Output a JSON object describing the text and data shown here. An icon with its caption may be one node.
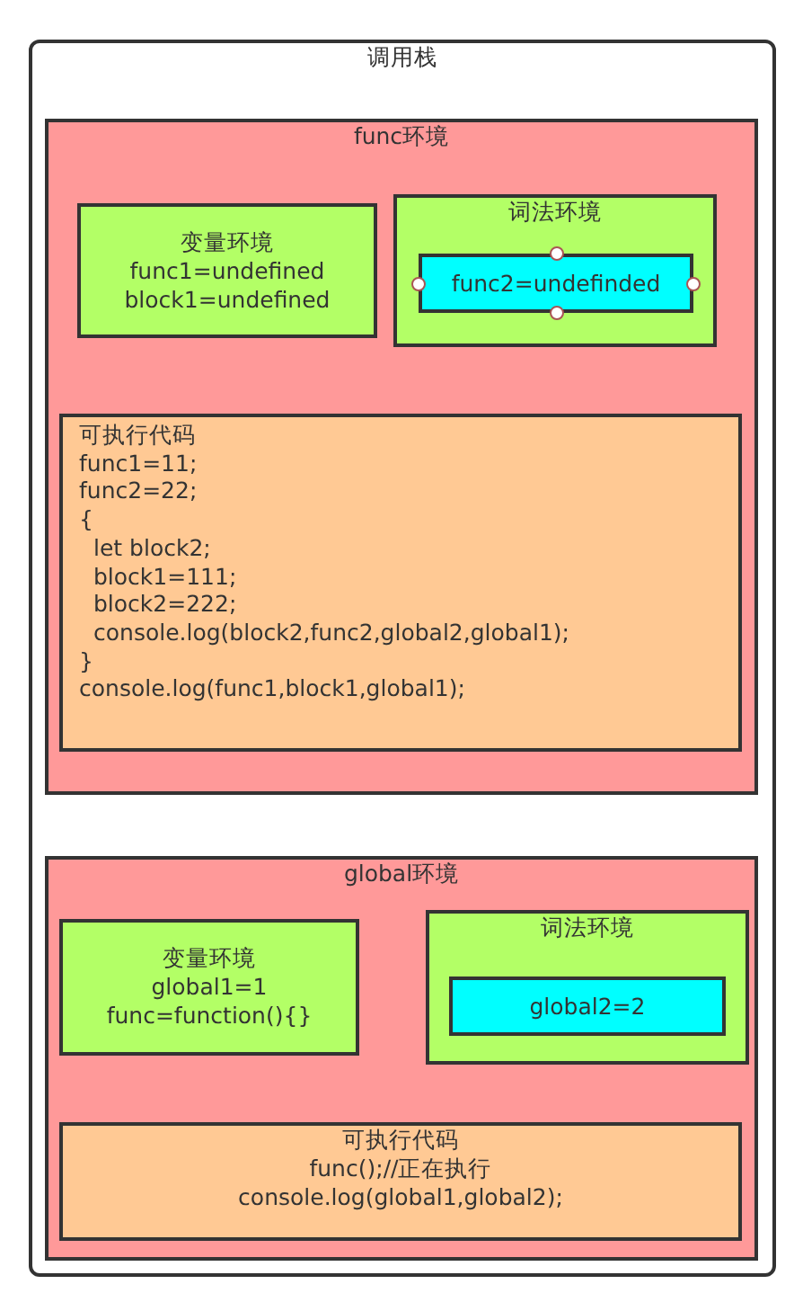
{
  "diagram": {
    "nodes": [
      {
        "text": [
          "调用栈"
        ]
      },
      {
        "text": [
          "func环境"
        ],
        "in": 0
      },
      {
        "text": [
          "变量环境",
          "func1=undefined",
          "block1=undefined"
        ],
        "in": 1
      },
      {
        "text": [
          "词法环境"
        ],
        "in": 1
      },
      {
        "text": [
          "func2=undefinded"
        ],
        "in": 3
      },
      {
        "text": [
          "可执行代码",
          "func1=11;",
          "func2=22;",
          "{",
          "let block2;",
          "block1=111;",
          "block2=222;",
          "console.log(block2,func2,global2,global1);",
          "}",
          "console.log(func1,block1,global1);"
        ],
        "in": 1
      },
      {
        "text": [
          "global环境"
        ],
        "in": 0
      },
      {
        "text": [
          "变量环境",
          "global1=1",
          "func=function(){}"
        ],
        "in": 6
      },
      {
        "text": [
          "词法环境"
        ],
        "in": 6
      },
      {
        "text": [
          "global2=2"
        ],
        "in": 8
      },
      {
        "text": [
          "可执行代码",
          "func();//正在执行",
          "console.log(global1,global2);"
        ],
        "in": 6
      }
    ]
  }
}
